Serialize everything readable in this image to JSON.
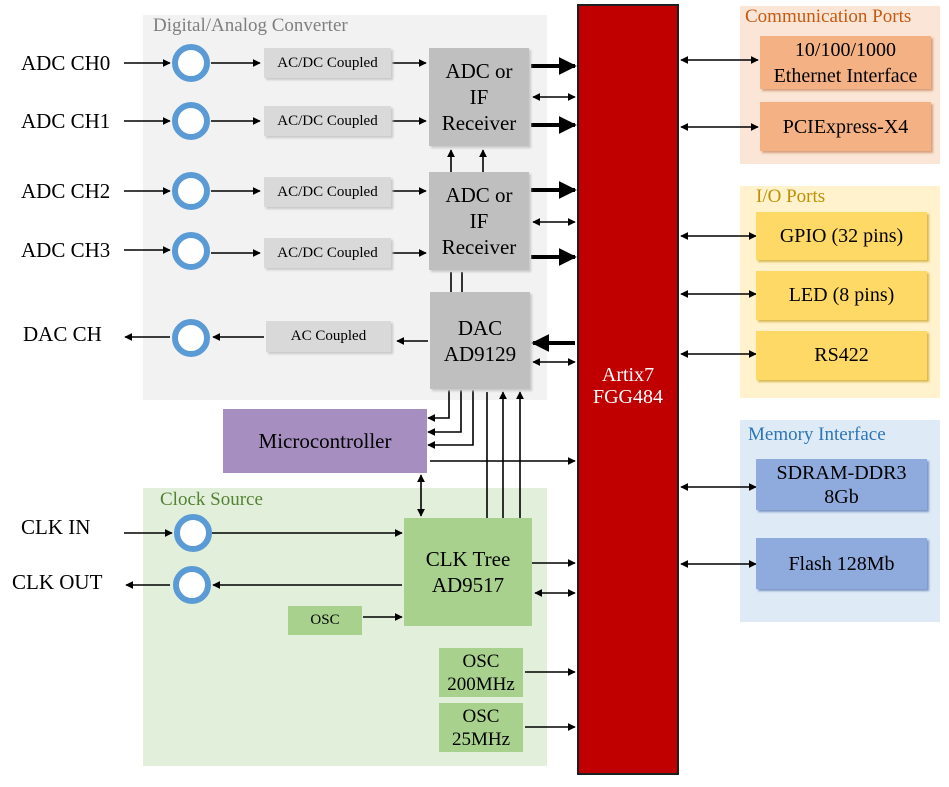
{
  "groups": {
    "dac_adc": "Digital/Analog Converter",
    "comm": "Communication Ports",
    "io": "I/O Ports",
    "mem": "Memory Interface",
    "clock": "Clock Source"
  },
  "inputs": {
    "adc_ch0": "ADC CH0",
    "adc_ch1": "ADC CH1",
    "adc_ch2": "ADC CH2",
    "adc_ch3": "ADC CH3",
    "dac_ch": "DAC CH",
    "clk_in": "CLK IN",
    "clk_out": "CLK OUT"
  },
  "blocks": {
    "acdc_coupled": "AC/DC Coupled",
    "ac_coupled": "AC Coupled",
    "adc_receiver": "ADC or\nIF\nReceiver",
    "dac": "DAC\nAD9129",
    "fpga": "Artix7\nFGG484",
    "microcontroller": "Microcontroller",
    "clk_tree": "CLK Tree\nAD9517",
    "osc": "OSC",
    "osc_200": "OSC\n200MHz",
    "osc_25": "OSC\n25MHz",
    "ethernet": "10/100/1000\nEthernet Interface",
    "pcie": "PCIExpress-X4",
    "gpio": "GPIO (32 pins)",
    "led": "LED (8 pins)",
    "rs422": "RS422",
    "sdram": "SDRAM-DDR3\n8Gb",
    "flash": "Flash 128Mb"
  },
  "colors": {
    "fpga": "#c00000",
    "comm_title": "#c55a11",
    "io_title": "#bf9000",
    "mem_title": "#2e75b6",
    "clock_title": "#548235",
    "dac_title": "#7f7f7f",
    "connector": "#5b9bd5"
  }
}
